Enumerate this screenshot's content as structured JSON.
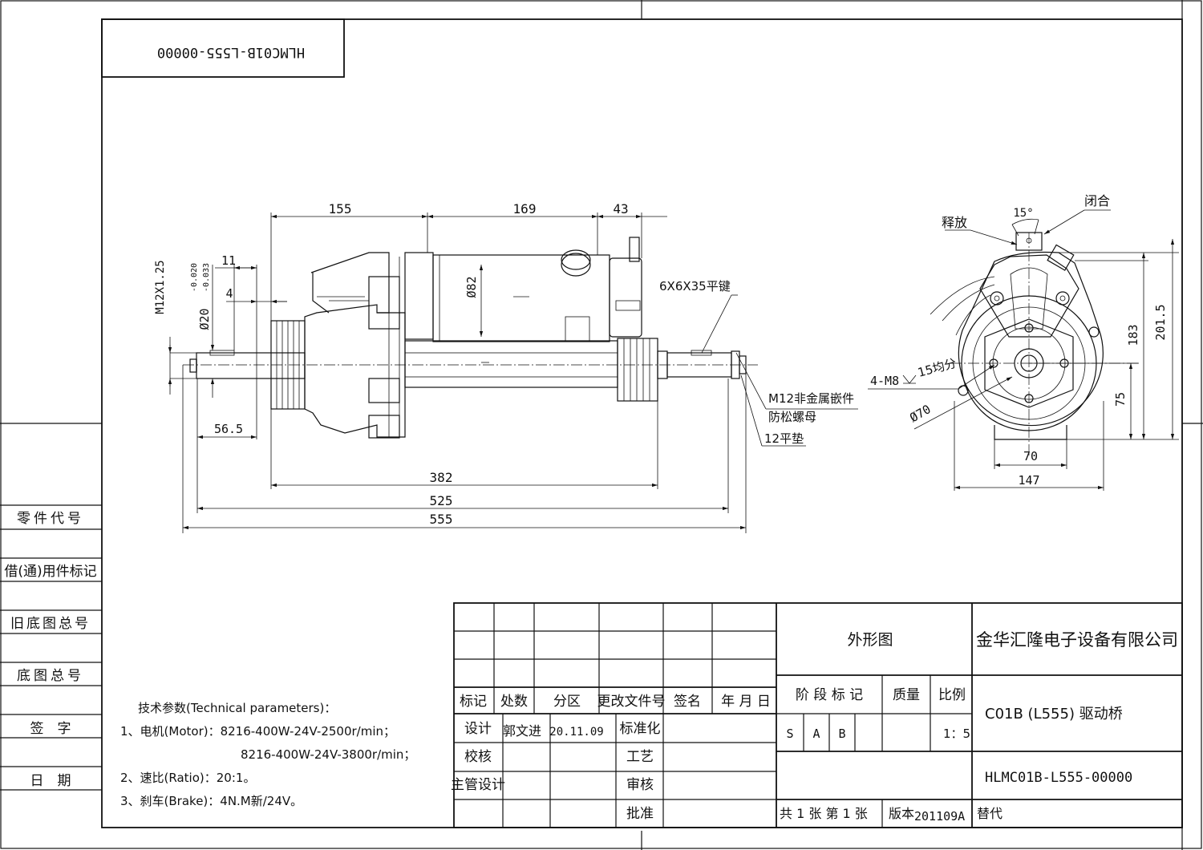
{
  "drawing_no_rotated": "HLMC01B-L555-00000",
  "side_labels": [
    "零件代号",
    "借(通)用件标记",
    "旧底图总号",
    "底图总号",
    "签　字",
    "日　期"
  ],
  "dims": {
    "d155": "155",
    "d169": "169",
    "d43": "43",
    "d382": "382",
    "d525": "525",
    "d555": "555",
    "d56_5": "56.5",
    "d11": "11",
    "d4": "4",
    "m12": "M12X1.25",
    "phi20": "Ø20",
    "tol_upper": "-0.020",
    "tol_lower": "-0.033",
    "phi82": "Ø82",
    "key": "6X6X35平键",
    "nut_1": "M12非金属嵌件",
    "nut_2": "防松螺母",
    "washer": "12平垫",
    "release": "释放",
    "close": "闭合",
    "angle": "15°",
    "bolts": "4-M8",
    "bolts_depth": "15均分",
    "phi70": "Ø70",
    "d201_5": "201.5",
    "d183": "183",
    "d75": "75",
    "d70": "70",
    "d147": "147"
  },
  "tech": {
    "title": "技术参数(Technical  parameters)：",
    "l1": "1、电机(Motor)：8216-400W-24V-2500r/min；",
    "l2": "8216-400W-24V-3800r/min；",
    "l3": "2、速比(Ratio)：20:1。",
    "l4": "3、刹车(Brake)：4N.M新/24V。"
  },
  "title_block": {
    "heads": [
      "标记",
      "处数",
      "分区",
      "更改文件号",
      "签名",
      "年 月 日"
    ],
    "design_lbl": "设计",
    "designer": "郭文进",
    "design_date": "20.11.09",
    "std_lbl": "标准化",
    "check_lbl": "校核",
    "process_lbl": "工艺",
    "chief_lbl": "主管设计",
    "audit_lbl": "审核",
    "approve_lbl": "批准",
    "drawing_name": "外形图",
    "company": "金华汇隆电子设备有限公司",
    "stage_lbl": "阶 段 标 记",
    "mass_lbl": "质量",
    "scale_lbl": "比例",
    "stage_s": "S",
    "stage_a": "A",
    "stage_b": "B",
    "scale": "1：5",
    "part_name": "C01B (L555) 驱动桥",
    "drawing_no": "HLMC01B-L555-00000",
    "sheets": "共 1 张  第 1 张",
    "version_lbl": "版本",
    "version": "201109A",
    "replace_lbl": "替代"
  }
}
